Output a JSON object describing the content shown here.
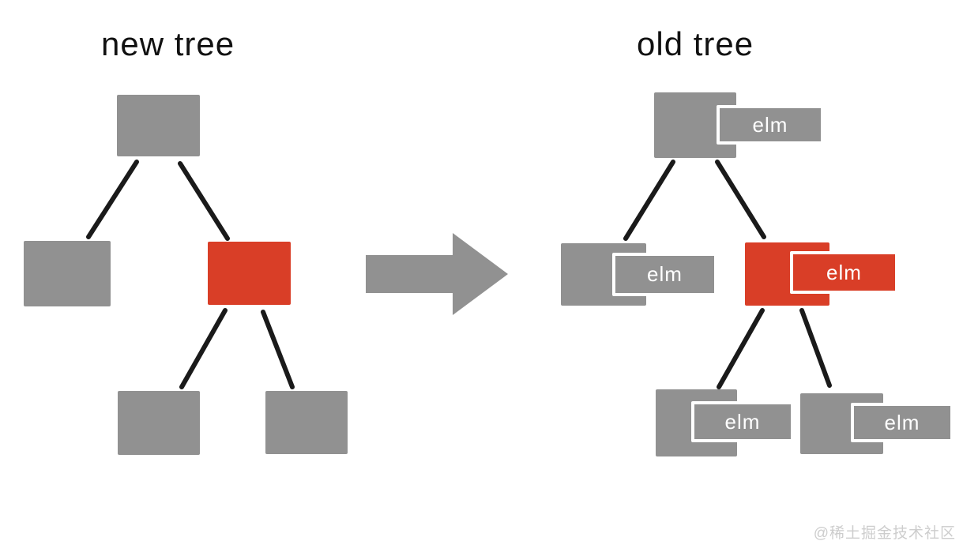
{
  "colors": {
    "node_gray": "#919191",
    "node_red": "#d93e27",
    "edge": "#1a1a1a",
    "tag_text": "#ffffff",
    "tag_border": "#ffffff",
    "title_text": "#111111",
    "watermark": "#cdcdcd",
    "background": "#ffffff"
  },
  "new_tree": {
    "title": "new tree",
    "nodes": [
      {
        "name": "root",
        "color": "gray"
      },
      {
        "name": "left-child",
        "color": "gray"
      },
      {
        "name": "right-child",
        "color": "red"
      },
      {
        "name": "left-leaf",
        "color": "gray"
      },
      {
        "name": "right-leaf",
        "color": "gray"
      }
    ]
  },
  "old_tree": {
    "title": "old tree",
    "nodes": [
      {
        "name": "root",
        "color": "gray",
        "tag_label": "elm"
      },
      {
        "name": "left-child",
        "color": "gray",
        "tag_label": "elm"
      },
      {
        "name": "right-child",
        "color": "red",
        "tag_label": "elm"
      },
      {
        "name": "left-leaf",
        "color": "gray",
        "tag_label": "elm"
      },
      {
        "name": "right-leaf",
        "color": "gray",
        "tag_label": "elm"
      }
    ]
  },
  "arrow": {
    "icon": "right-arrow"
  },
  "watermark": {
    "text": "@稀土掘金技术社区"
  }
}
